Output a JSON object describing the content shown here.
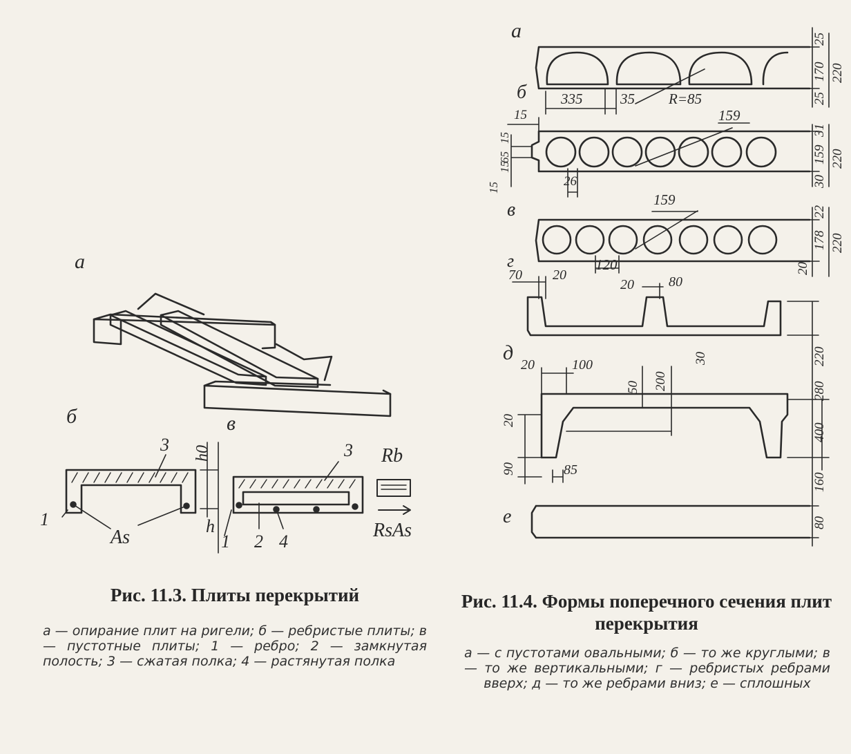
{
  "fig_11_3": {
    "part_a": "а",
    "part_b": "б",
    "part_c": "в",
    "label_1": "1",
    "label_2": "2",
    "label_3": "3",
    "label_4": "4",
    "h0": "h0",
    "h": "h",
    "As": "As",
    "Rb": "Rb",
    "RsAs": "RsAs",
    "title": "Рис. 11.3. Плиты перекрытий",
    "legend": "а — опирание плит на ригели; б — ребристые плиты; в — пустотные плиты; 1 — ребро; 2 — замкнутая полость; 3 — сжатая полка; 4 — растянутая полка"
  },
  "fig_11_4": {
    "part_a": "а",
    "part_b": "б",
    "part_c": "в",
    "part_d": "г",
    "part_e": "д",
    "part_f": "е",
    "dims_a": [
      "335",
      "35",
      "R=85",
      "25",
      "170",
      "25",
      "220"
    ],
    "dims_b": [
      "15",
      "159",
      "31",
      "159",
      "30",
      "220",
      "15",
      "65",
      "15",
      "15",
      "26"
    ],
    "dims_c": [
      "159",
      "22",
      "178",
      "20",
      "220",
      "120"
    ],
    "dims_d": [
      "70",
      "20",
      "20",
      "80",
      "30",
      "220"
    ],
    "dims_e": [
      "20",
      "100",
      "50",
      "200",
      "280",
      "400",
      "20",
      "90",
      "85"
    ],
    "dims_f": [
      "80",
      "160"
    ],
    "title": "Рис. 11.4. Формы поперечного сечения плит перекрытия",
    "legend": "а — с пустотами овальными; б — то же круглыми; в — то же вертикальными; г — ребристых ребрами вверх; д — то же ребрами вниз; е — сплошных"
  }
}
